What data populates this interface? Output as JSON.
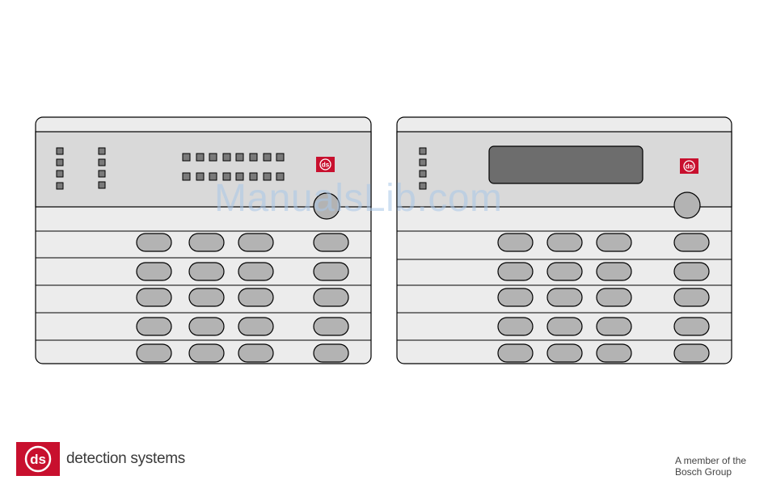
{
  "colors": {
    "panel_fill": "#ececec",
    "panel_header_fill": "#d9d9d9",
    "outline": "#000000",
    "key_fill": "#b3b3b3",
    "led_fill": "#7a7a7a",
    "display_fill": "#6d6d6d",
    "brand_red": "#c8102e"
  },
  "keypad_left": {
    "logo_text": "ds",
    "icon": "led-indicator-icon"
  },
  "keypad_right": {
    "logo_text": "ds",
    "icon": "lcd-display-icon"
  },
  "footer": {
    "brand_logo": "ds",
    "brand_name": "detection systems",
    "member_line1": "A member of the",
    "member_line2": "Bosch Group"
  },
  "watermark": "ManualsLib.com"
}
